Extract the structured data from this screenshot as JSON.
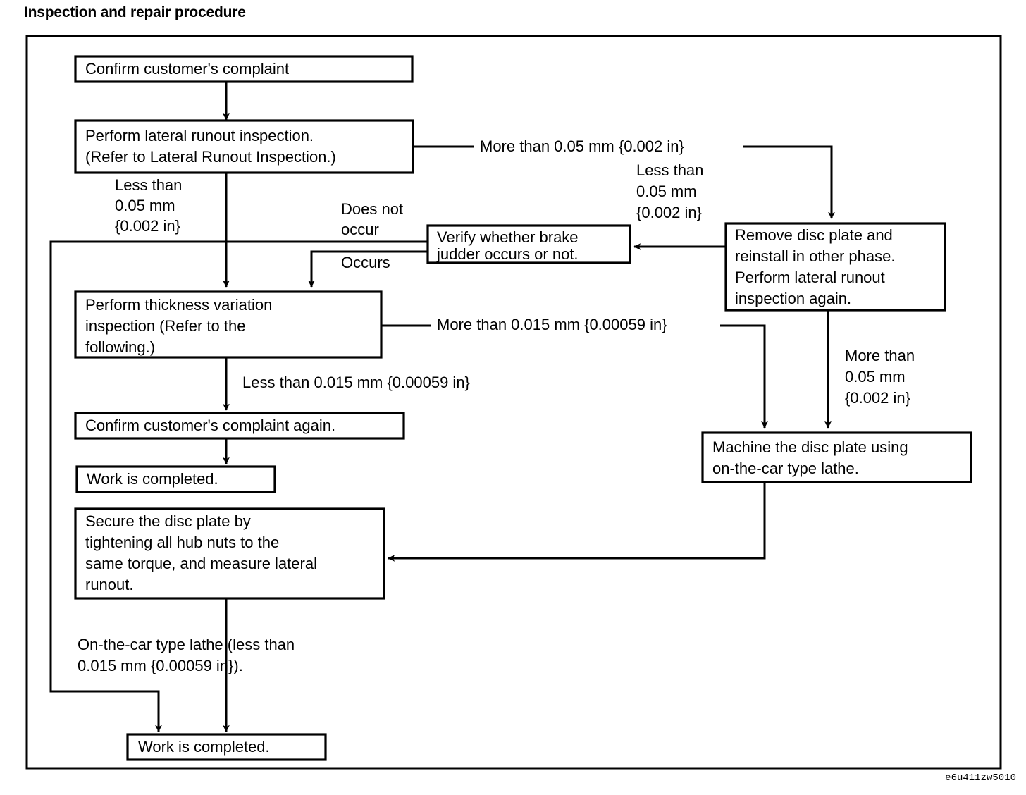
{
  "page": {
    "title": "Inspection and repair procedure",
    "figure_code": "e6u411zw5010"
  },
  "chart_data": {
    "type": "diagram",
    "diagram_kind": "flowchart",
    "title": "Inspection and repair procedure",
    "nodes": [
      {
        "id": "n1",
        "label": "Confirm customer's complaint"
      },
      {
        "id": "n2",
        "label": "Perform lateral runout inspection. (Refer to Lateral Runout Inspection.)"
      },
      {
        "id": "n3",
        "label": "Verify whether brake judder occurs or not."
      },
      {
        "id": "n4",
        "label": "Remove disc plate and reinstall in other phase. Perform lateral runout inspection again."
      },
      {
        "id": "n5",
        "label": "Perform thickness variation inspection (Refer to the following.)"
      },
      {
        "id": "n6",
        "label": "Machine the disc plate using on-the-car type lathe."
      },
      {
        "id": "n7",
        "label": "Confirm customer's complaint again."
      },
      {
        "id": "n8",
        "label": "Work is completed."
      },
      {
        "id": "n9",
        "label": "Secure the disc plate by tightening all hub nuts to the same torque, and measure lateral runout."
      },
      {
        "id": "n10",
        "label": "Work is completed."
      }
    ],
    "edges": [
      {
        "from": "n1",
        "to": "n2",
        "label": ""
      },
      {
        "from": "n2",
        "to": "n4",
        "label": "More than 0.05 mm {0.002 in}"
      },
      {
        "from": "n2",
        "to": "n5",
        "label": "Less than 0.05 mm {0.002 in}"
      },
      {
        "from": "n4",
        "to": "n3",
        "label": "Less than 0.05 mm {0.002 in}"
      },
      {
        "from": "n4",
        "to": "n6",
        "label": "More than 0.05 mm {0.002 in}"
      },
      {
        "from": "n3",
        "to": "n5",
        "label": "Occurs"
      },
      {
        "from": "n3",
        "to": "n10",
        "label": "Does not occur"
      },
      {
        "from": "n5",
        "to": "n6",
        "label": "More than 0.015 mm {0.00059 in}"
      },
      {
        "from": "n5",
        "to": "n7",
        "label": "Less than 0.015 mm {0.00059 in}"
      },
      {
        "from": "n7",
        "to": "n8",
        "label": ""
      },
      {
        "from": "n6",
        "to": "n9",
        "label": ""
      },
      {
        "from": "n9",
        "to": "n10",
        "label": "On-the-car type lathe (less than 0.015 mm {0.00059 in})."
      }
    ]
  },
  "boxes": {
    "confirm_complaint": {
      "lines": [
        "Confirm customer's complaint"
      ]
    },
    "lateral_runout": {
      "lines": [
        "Perform lateral runout inspection.",
        "(Refer to Lateral Runout Inspection.)"
      ]
    },
    "verify_judder": {
      "lines": [
        "Verify whether brake",
        "judder occurs or not."
      ]
    },
    "remove_disc": {
      "lines": [
        "Remove disc plate and",
        "reinstall in other phase.",
        "Perform lateral runout",
        "inspection again."
      ]
    },
    "thickness_variation": {
      "lines": [
        "Perform thickness variation",
        "inspection (Refer to the",
        "following.)"
      ]
    },
    "machine_disc": {
      "lines": [
        "Machine the disc plate using",
        "on-the-car type lathe."
      ]
    },
    "confirm_again": {
      "lines": [
        "Confirm customer's complaint again."
      ]
    },
    "work_completed_top": {
      "lines": [
        "Work is completed."
      ]
    },
    "secure_disc": {
      "lines": [
        "Secure the disc plate by",
        "tightening all hub nuts to the",
        "same torque, and measure lateral",
        "runout."
      ]
    },
    "work_completed_bottom": {
      "lines": [
        "Work is completed."
      ]
    }
  },
  "labels": {
    "more_than_005_top": "More than 0.05 mm {0.002 in}",
    "less_than_005_right": [
      "Less than",
      "0.05 mm",
      "{0.002 in}"
    ],
    "less_than_005_left": [
      "Less than",
      "0.05 mm",
      "{0.002 in}"
    ],
    "does_not_occur": [
      "Does not",
      "occur"
    ],
    "occurs": "Occurs",
    "more_than_0015": "More than 0.015 mm {0.00059 in}",
    "less_than_0015": "Less than 0.015 mm {0.00059 in}",
    "more_than_005_right": [
      "More than",
      "0.05 mm",
      "{0.002 in}"
    ],
    "on_the_car_lathe": [
      "On-the-car type lathe (less than",
      "0.015 mm {0.00059 in})."
    ]
  },
  "colors": {
    "ink": "#000000",
    "paper": "#ffffff"
  }
}
